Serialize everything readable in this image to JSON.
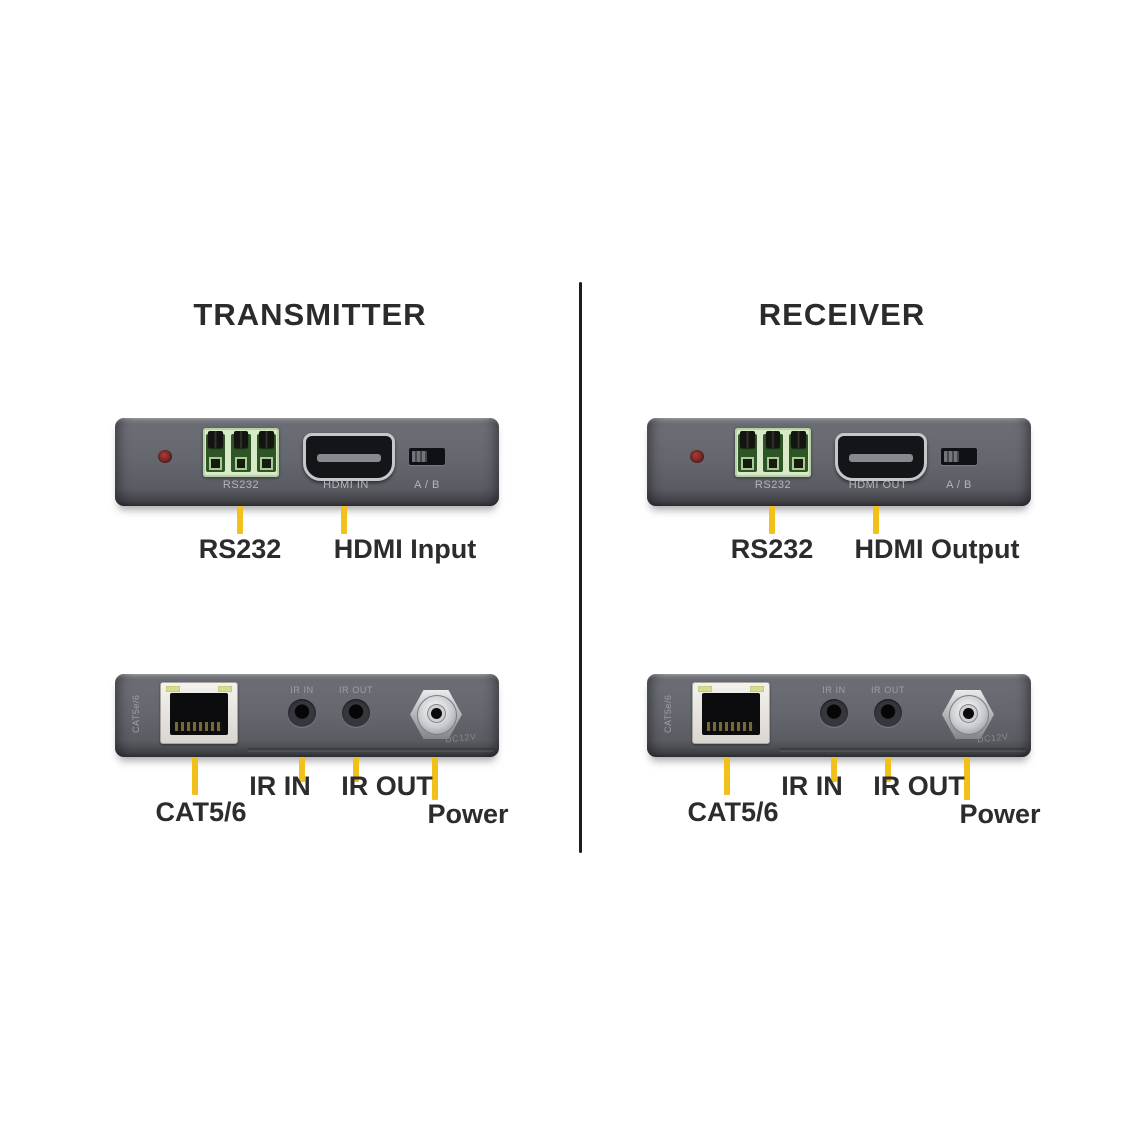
{
  "colors": {
    "accent_yellow": "#f2c01b",
    "device_gray": "#63656c",
    "divider_black": "#1d1d1f",
    "label_dark": "#2c2c2f",
    "port_label_gray": "#b2b6bd",
    "terminal_green": "#d9eac9",
    "led_red": "#8a2f2c"
  },
  "transmitter": {
    "title": "TRANSMITTER",
    "top_panel": {
      "rs232_port": "RS232",
      "hdmi_port": "HDMI IN",
      "ab_switch": "A / B"
    },
    "top_callouts": {
      "rs232": "RS232",
      "hdmi": "HDMI Input"
    },
    "bottom_panel": {
      "rj45_side": "CAT5e/6",
      "ir_in_port": "IR IN",
      "ir_out_port": "IR OUT",
      "power_port": "DC12V"
    },
    "bottom_callouts": {
      "cat": "CAT5/6",
      "ir_in": "IR IN",
      "ir_out": "IR OUT",
      "power": "Power"
    }
  },
  "receiver": {
    "title": "RECEIVER",
    "top_panel": {
      "rs232_port": "RS232",
      "hdmi_port": "HDMI OUT",
      "ab_switch": "A / B"
    },
    "top_callouts": {
      "rs232": "RS232",
      "hdmi": "HDMI Output"
    },
    "bottom_panel": {
      "rj45_side": "CAT5e/6",
      "ir_in_port": "IR IN",
      "ir_out_port": "IR OUT",
      "power_port": "DC12V"
    },
    "bottom_callouts": {
      "cat": "CAT5/6",
      "ir_in": "IR IN",
      "ir_out": "IR OUT",
      "power": "Power"
    }
  }
}
